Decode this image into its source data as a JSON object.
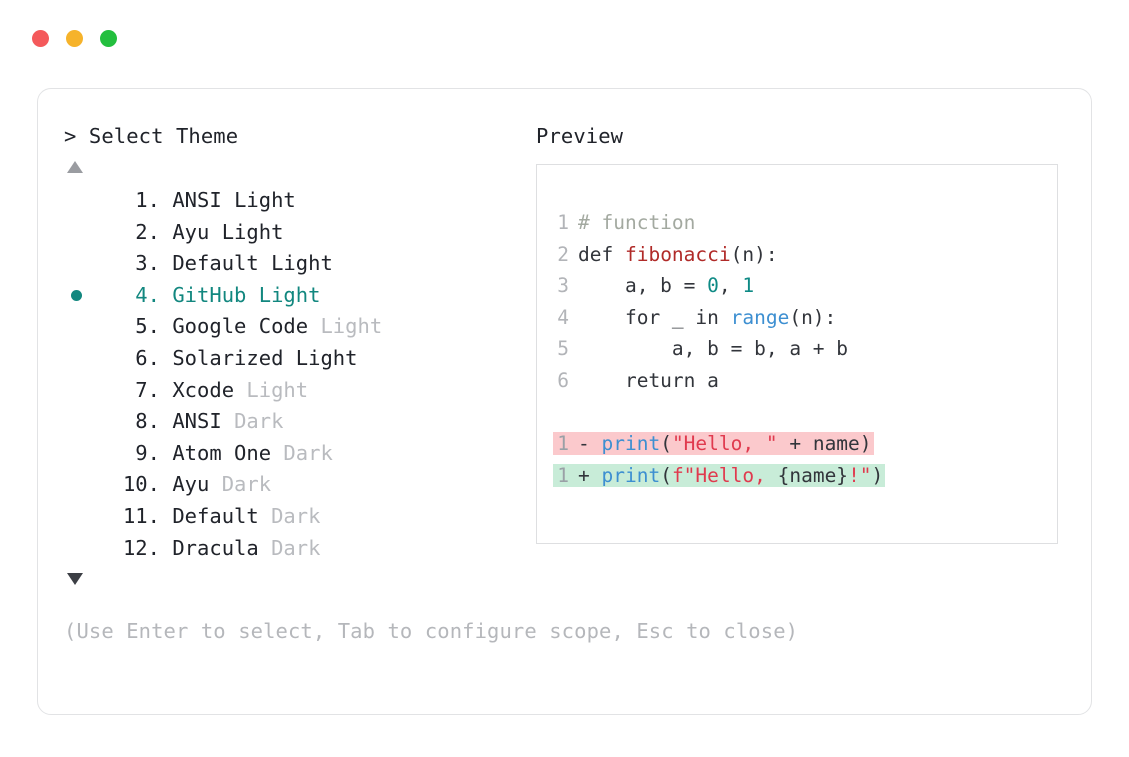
{
  "window": {
    "traffic_lights": [
      {
        "name": "close",
        "color": "#f4595b"
      },
      {
        "name": "minimize",
        "color": "#f6b32b"
      },
      {
        "name": "maximize",
        "color": "#23bf3e"
      }
    ]
  },
  "prompt": {
    "heading": "> Select Theme",
    "scroll_up_icon": "triangle-up",
    "scroll_down_icon": "triangle-down"
  },
  "themes": {
    "selected_index": 4,
    "items": [
      {
        "index": " 1.",
        "name": "ANSI",
        "suffix": "Light",
        "dim": false
      },
      {
        "index": " 2.",
        "name": "Ayu",
        "suffix": "Light",
        "dim": false
      },
      {
        "index": " 3.",
        "name": "Default",
        "suffix": "Light",
        "dim": false
      },
      {
        "index": " 4.",
        "name": "GitHub",
        "suffix": "Light",
        "dim": false
      },
      {
        "index": " 5.",
        "name": "Google Code",
        "suffix": "Light",
        "dim": true
      },
      {
        "index": " 6.",
        "name": "Solarized",
        "suffix": "Light",
        "dim": false
      },
      {
        "index": " 7.",
        "name": "Xcode",
        "suffix": "Light",
        "dim": true
      },
      {
        "index": " 8.",
        "name": "ANSI",
        "suffix": "Dark",
        "dim": true
      },
      {
        "index": " 9.",
        "name": "Atom One",
        "suffix": "Dark",
        "dim": true
      },
      {
        "index": "10.",
        "name": "Ayu",
        "suffix": "Dark",
        "dim": true
      },
      {
        "index": "11.",
        "name": "Default",
        "suffix": "Dark",
        "dim": true
      },
      {
        "index": "12.",
        "name": "Dracula",
        "suffix": "Dark",
        "dim": true
      }
    ]
  },
  "preview": {
    "heading": "Preview",
    "code_lines": [
      {
        "num": "1",
        "tokens": [
          {
            "t": "# function",
            "c": "c-comment"
          }
        ]
      },
      {
        "num": "2",
        "tokens": [
          {
            "t": "def ",
            "c": "c-plain"
          },
          {
            "t": "fibonacci",
            "c": "c-func"
          },
          {
            "t": "(n):",
            "c": "c-plain"
          }
        ]
      },
      {
        "num": "3",
        "tokens": [
          {
            "t": "    a, b = ",
            "c": "c-plain"
          },
          {
            "t": "0",
            "c": "c-num"
          },
          {
            "t": ", ",
            "c": "c-plain"
          },
          {
            "t": "1",
            "c": "c-num"
          }
        ]
      },
      {
        "num": "4",
        "tokens": [
          {
            "t": "    for _ in ",
            "c": "c-plain"
          },
          {
            "t": "range",
            "c": "c-builtin"
          },
          {
            "t": "(n):",
            "c": "c-plain"
          }
        ]
      },
      {
        "num": "5",
        "tokens": [
          {
            "t": "        a, b = b, a + b",
            "c": "c-plain"
          }
        ]
      },
      {
        "num": "6",
        "tokens": [
          {
            "t": "    return a",
            "c": "c-plain"
          }
        ]
      }
    ],
    "diff_lines": [
      {
        "num": "1",
        "kind": "del",
        "marker": "-",
        "tokens": [
          {
            "t": "print",
            "c": "c-builtin"
          },
          {
            "t": "(",
            "c": "c-plain"
          },
          {
            "t": "\"Hello, \"",
            "c": "c-str"
          },
          {
            "t": " + name)",
            "c": "c-plain"
          }
        ]
      },
      {
        "num": "1",
        "kind": "add",
        "marker": "+",
        "tokens": [
          {
            "t": "print",
            "c": "c-builtin"
          },
          {
            "t": "(",
            "c": "c-plain"
          },
          {
            "t": "f\"Hello, ",
            "c": "c-str"
          },
          {
            "t": "{name}",
            "c": "c-plain"
          },
          {
            "t": "!\"",
            "c": "c-str"
          },
          {
            "t": ")",
            "c": "c-plain"
          }
        ]
      }
    ]
  },
  "footer": {
    "hint": "(Use Enter to select, Tab to configure scope, Esc to close)"
  },
  "colors": {
    "accent_teal": "#12877f",
    "diff_del_bg": "#fbc9cc",
    "diff_add_bg": "#c8ecd8",
    "dim_text": "#b9bbbf",
    "border": "#e2e3e5"
  }
}
